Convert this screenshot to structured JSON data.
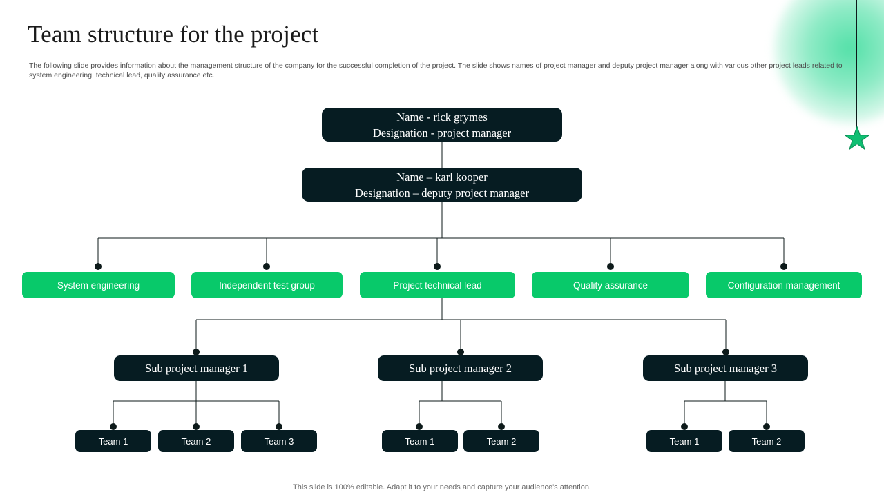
{
  "slide": {
    "title": "Team structure for the project",
    "subtitle": "The following slide provides information about the management structure of the company for the successful completion of the project. The slide shows names of project manager and deputy project manager along with various other project leads related to system engineering, technical lead, quality assurance etc.",
    "footer": "This slide is 100% editable. Adapt it to your needs and capture your audience's attention."
  },
  "colors": {
    "dark_node": "#061c22",
    "green_node": "#08c96a",
    "accent_star": "#0fbf72",
    "connector": "#0d1a1a",
    "title_text": "#1a1a1a",
    "body_text": "#4d4d4d",
    "footer_text": "#6b6b6b"
  },
  "icons": {
    "star": "star-icon",
    "hanger": "hanging-line-decoration",
    "blob": "green-gradient-blob"
  },
  "chart_data": {
    "type": "org-chart",
    "title": "Team structure for the project",
    "levels": [
      {
        "level": 1,
        "name": "project-manager",
        "nodes": [
          {
            "id": "pm",
            "line1": "Name - rick grymes",
            "line2": "Designation - project manager",
            "style": "dark"
          }
        ]
      },
      {
        "level": 2,
        "name": "deputy-project-manager",
        "nodes": [
          {
            "id": "dpm",
            "line1": "Name – karl kooper",
            "line2": "Designation – deputy project manager",
            "style": "dark"
          }
        ]
      },
      {
        "level": 3,
        "name": "project-leads",
        "nodes": [
          {
            "id": "lead1",
            "label": "System engineering",
            "style": "green"
          },
          {
            "id": "lead2",
            "label": "Independent test group",
            "style": "green"
          },
          {
            "id": "lead3",
            "label": "Project technical lead",
            "style": "green"
          },
          {
            "id": "lead4",
            "label": "Quality assurance",
            "style": "green"
          },
          {
            "id": "lead5",
            "label": "Configuration management",
            "style": "green"
          }
        ]
      },
      {
        "level": 4,
        "name": "sub-project-managers",
        "nodes": [
          {
            "id": "sub1",
            "label": "Sub project manager 1",
            "style": "dark"
          },
          {
            "id": "sub2",
            "label": "Sub project manager 2",
            "style": "dark"
          },
          {
            "id": "sub3",
            "label": "Sub project manager 3",
            "style": "dark"
          }
        ]
      },
      {
        "level": 5,
        "name": "teams",
        "groups": [
          {
            "parent": "sub1",
            "nodes": [
              {
                "id": "s1t1",
                "label": "Team 1",
                "style": "dark"
              },
              {
                "id": "s1t2",
                "label": "Team 2",
                "style": "dark"
              },
              {
                "id": "s1t3",
                "label": "Team 3",
                "style": "dark"
              }
            ]
          },
          {
            "parent": "sub2",
            "nodes": [
              {
                "id": "s2t1",
                "label": "Team 1",
                "style": "dark"
              },
              {
                "id": "s2t2",
                "label": "Team 2",
                "style": "dark"
              }
            ]
          },
          {
            "parent": "sub3",
            "nodes": [
              {
                "id": "s3t1",
                "label": "Team 1",
                "style": "dark"
              },
              {
                "id": "s3t2",
                "label": "Team 2",
                "style": "dark"
              }
            ]
          }
        ]
      }
    ]
  }
}
